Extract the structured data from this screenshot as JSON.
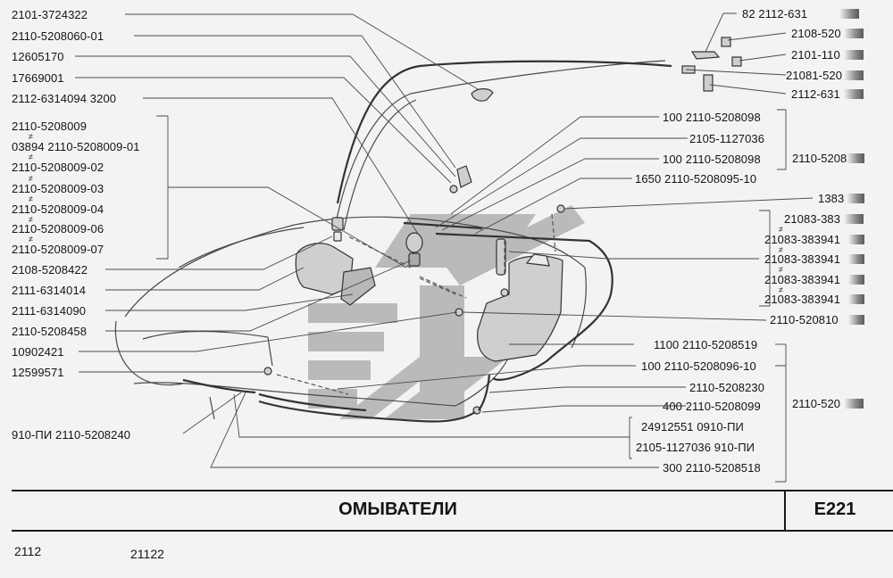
{
  "labels_left": [
    {
      "id": "l1",
      "text": "2101-3724322"
    },
    {
      "id": "l2",
      "text": "2110-5208060-01"
    },
    {
      "id": "l3",
      "text": "12605170"
    },
    {
      "id": "l4",
      "text": "17669001"
    },
    {
      "id": "l5",
      "text": "2112-6314094  3200"
    },
    {
      "id": "l6",
      "text": "2110-5208009"
    },
    {
      "id": "l7",
      "text": "03894  2110-5208009-01"
    },
    {
      "id": "l8",
      "text": "2110-5208009-02"
    },
    {
      "id": "l9",
      "text": "2110-5208009-03"
    },
    {
      "id": "l10",
      "text": "2110-5208009-04"
    },
    {
      "id": "l11",
      "text": "2110-5208009-06"
    },
    {
      "id": "l12",
      "text": "2110-5208009-07"
    },
    {
      "id": "l13",
      "text": "2108-5208422"
    },
    {
      "id": "l14",
      "text": "2111-6314014"
    },
    {
      "id": "l15",
      "text": "2111-6314090"
    },
    {
      "id": "l16",
      "text": "2110-5208458"
    },
    {
      "id": "l17",
      "text": "10902421"
    },
    {
      "id": "l18",
      "text": "12599571"
    },
    {
      "id": "l19",
      "text": "910-ПИ  2110-5208240"
    }
  ],
  "labels_right": [
    {
      "id": "r1",
      "text": "82  2112-631"
    },
    {
      "id": "r2",
      "text": "2108-520"
    },
    {
      "id": "r3",
      "text": "2101-110"
    },
    {
      "id": "r4",
      "text": "21081-520"
    },
    {
      "id": "r5",
      "text": "2112-631"
    },
    {
      "id": "r6",
      "text": "100  2110-5208098"
    },
    {
      "id": "r7",
      "text": "2105-1127036"
    },
    {
      "id": "r8",
      "text": "100  2110-5208098"
    },
    {
      "id": "r9",
      "text": "1650  2110-5208095-10"
    },
    {
      "id": "r10",
      "text": "1383"
    },
    {
      "id": "r11",
      "text": "21083-383"
    },
    {
      "id": "r12",
      "text": "21083-383941"
    },
    {
      "id": "r13",
      "text": "21083-383941"
    },
    {
      "id": "r14",
      "text": "21083-383941"
    },
    {
      "id": "r15",
      "text": "21083-383941"
    },
    {
      "id": "r16",
      "text": "2110-520810"
    },
    {
      "id": "r17",
      "text": "1100  2110-5208519"
    },
    {
      "id": "r18",
      "text": "100  2110-5208096-10"
    },
    {
      "id": "r19",
      "text": "2110-5208230"
    },
    {
      "id": "r20",
      "text": "400  2110-5208099"
    },
    {
      "id": "r21",
      "text": "24912551  0910-ПИ"
    },
    {
      "id": "r22",
      "text": "2105-1127036  910-ПИ"
    },
    {
      "id": "r23",
      "text": "300  2110-5208518"
    }
  ],
  "bracket_tags": [
    {
      "id": "t1",
      "text": "2110-5208"
    },
    {
      "id": "t2",
      "text": "2110-520"
    }
  ],
  "footer": {
    "title": "ОМЫВАТЕЛИ",
    "code": "E221",
    "model_a": "2112",
    "model_b": "21122"
  },
  "colors": {
    "ink": "#141414",
    "line": "#4a4a4a",
    "watermark": "#8c8c8c",
    "paper": "#f3f3f3"
  }
}
